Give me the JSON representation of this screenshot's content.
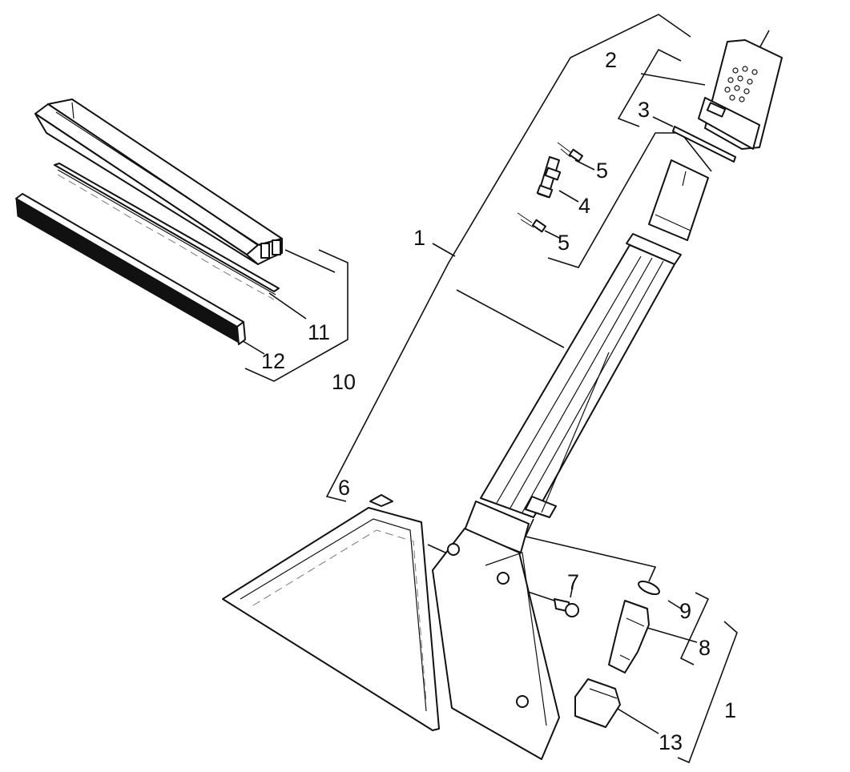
{
  "callouts": {
    "c1_top": "1",
    "c2": "2",
    "c3": "3",
    "c4": "4",
    "c5_upper": "5",
    "c5_lower": "5",
    "c6": "6",
    "c7": "7",
    "c8": "8",
    "c9": "9",
    "c10": "10",
    "c11": "11",
    "c12": "12",
    "c13": "13",
    "c1_bottom": "1"
  },
  "colors": {
    "line": "#111111",
    "background": "#ffffff"
  }
}
